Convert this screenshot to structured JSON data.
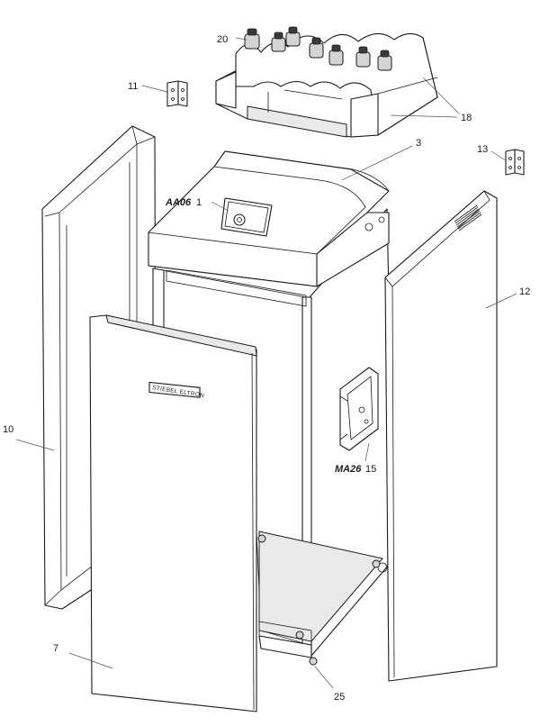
{
  "labels": {
    "p20": "20",
    "p11": "11",
    "p18": "18",
    "p3": "3",
    "p13": "13",
    "p1": "1",
    "p12": "12",
    "p10": "10",
    "p15": "15",
    "p7": "7",
    "p25": "25"
  },
  "codes": {
    "display": "AA06",
    "motor": "MA26"
  },
  "brand_plate": "STIEBEL ELTRON"
}
